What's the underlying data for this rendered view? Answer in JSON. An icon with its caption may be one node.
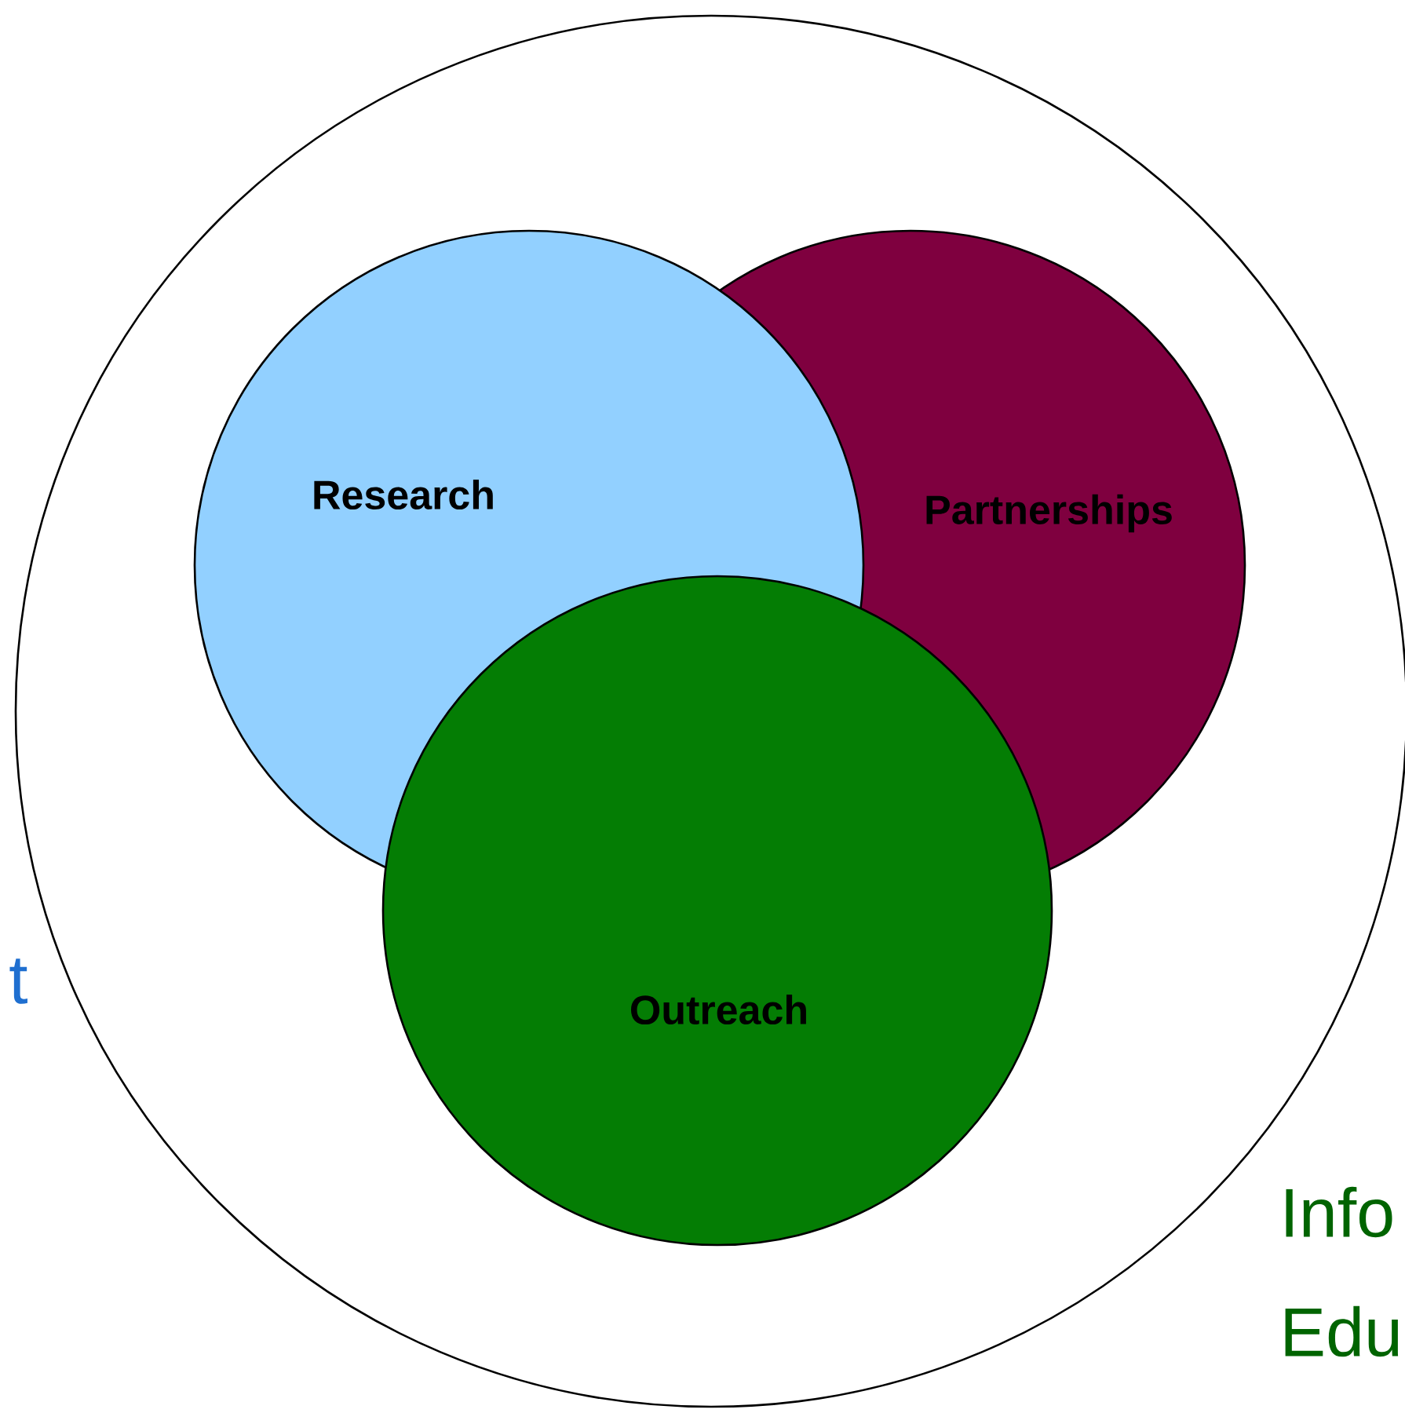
{
  "diagram": {
    "nodes": [
      {
        "text": [],
        "shape": "circle"
      },
      {
        "text": [
          "Research"
        ],
        "in": 0
      },
      {
        "text": [
          "Partnerships"
        ],
        "in": 0
      },
      {
        "text": [
          "Outreach"
        ],
        "in": 0
      }
    ],
    "labels": [
      "t",
      "Info",
      "Edu"
    ]
  }
}
